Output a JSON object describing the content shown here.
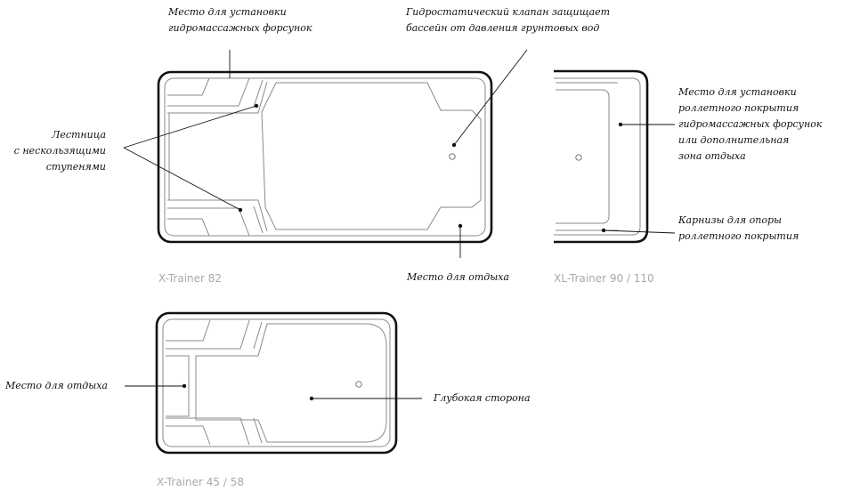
{
  "colors": {
    "outline": "#111111",
    "inner_line": "#8a8a8a",
    "model_label": "#a9a9a9"
  },
  "models": {
    "x82": "X-Trainer 82",
    "xl": "XL-Trainer 90 / 110",
    "x45": "X-Trainer 45 / 58"
  },
  "annotations": {
    "jets": [
      "Место для установки",
      "гидромассажных форсунок"
    ],
    "valve": [
      "Гидростатический клапан защищает",
      "бассейн от давления грунтовых вод"
    ],
    "stairs": [
      "Лестница",
      "с нескользящими",
      "ступенями"
    ],
    "rest_x82": "Место для отдыха",
    "cover": [
      "Место для установки",
      "роллетного покрытия",
      "гидромассажных форсунок",
      "или дополнительная",
      "зона отдыха"
    ],
    "ledges": [
      "Карнизы для опоры",
      "роллетного покрытия"
    ],
    "rest_x45": "Место для отдыха",
    "deep": "Глубокая сторона"
  }
}
